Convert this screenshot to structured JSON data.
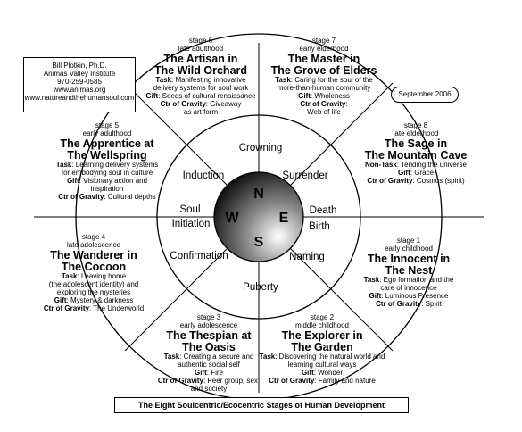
{
  "author": {
    "lines": [
      "Bill Plotkin, Ph.D.",
      "Animas Valley Institute",
      "970-259-0585",
      "www.animas.org",
      "www.natureandthehumansoul.com"
    ]
  },
  "date": "September 2006",
  "caption": "The Eight Soulcentric/Ecocentric Stages of Human Development",
  "compass": {
    "north": "N",
    "south": "S",
    "east": "E",
    "west": "W"
  },
  "ring_labels": {
    "crowning": "Crowning",
    "surrender": "Surrender",
    "death": "Death",
    "birth": "Birth",
    "naming": "Naming",
    "puberty": "Puberty",
    "confirmation": "Confirmation",
    "soul": "Soul",
    "initiation": "Initiation",
    "induction": "Induction"
  },
  "stages": {
    "s1": {
      "stage": "stage 1",
      "age": "early childhood",
      "title": [
        "The Innocent in",
        "The Nest"
      ],
      "lines": [
        [
          {
            "t": "Task",
            "b": true
          },
          {
            "t": ": Ego formation and the"
          }
        ],
        [
          {
            "t": "care of innocence"
          }
        ],
        [
          {
            "t": "Gift",
            "b": true
          },
          {
            "t": ": Luminous Presence"
          }
        ],
        [
          {
            "t": "Ctr of Gravity",
            "b": true
          },
          {
            "t": ": Spirit"
          }
        ]
      ]
    },
    "s2": {
      "stage": "stage 2",
      "age": "middle childhood",
      "title": [
        "The Explorer in",
        "The Garden"
      ],
      "lines": [
        [
          {
            "t": "Task",
            "b": true
          },
          {
            "t": ": Discovering the natural world and"
          }
        ],
        [
          {
            "t": "learning cultural ways"
          }
        ],
        [
          {
            "t": "Gift",
            "b": true
          },
          {
            "t": ": Wonder"
          }
        ],
        [
          {
            "t": "Ctr of Gravity",
            "b": true
          },
          {
            "t": ": Family and nature"
          }
        ]
      ]
    },
    "s3": {
      "stage": "stage 3",
      "age": "early adolescence",
      "title": [
        "The Thespian at",
        "The Oasis"
      ],
      "lines": [
        [
          {
            "t": "Task",
            "b": true
          },
          {
            "t": ": Creating a secure and"
          }
        ],
        [
          {
            "t": "authentic social self"
          }
        ],
        [
          {
            "t": "Gift",
            "b": true
          },
          {
            "t": ": Fire"
          }
        ],
        [
          {
            "t": "Ctr of Gravity",
            "b": true
          },
          {
            "t": ": Peer group, sex,"
          }
        ],
        [
          {
            "t": "and society"
          }
        ]
      ]
    },
    "s4": {
      "stage": "stage 4",
      "age": "late adolescence",
      "title": [
        "The Wanderer in",
        "The Cocoon"
      ],
      "lines": [
        [
          {
            "t": "Task",
            "b": true
          },
          {
            "t": ": Leaving home"
          }
        ],
        [
          {
            "t": "(the adolescent identity) and"
          }
        ],
        [
          {
            "t": "exploring the mysteries"
          }
        ],
        [
          {
            "t": "Gift",
            "b": true
          },
          {
            "t": ": Mystery & darkness"
          }
        ],
        [
          {
            "t": "Ctr of Gravity",
            "b": true
          },
          {
            "t": ": The Underworld"
          }
        ]
      ]
    },
    "s5": {
      "stage": "stage 5",
      "age": "early adulthood",
      "title": [
        "The Apprentice at",
        "The Wellspring"
      ],
      "lines": [
        [
          {
            "t": "Task",
            "b": true
          },
          {
            "t": ": Learning delivery systems"
          }
        ],
        [
          {
            "t": "for embodying soul in culture"
          }
        ],
        [
          {
            "t": "Gift",
            "b": true
          },
          {
            "t": ": Visionary action and"
          }
        ],
        [
          {
            "t": "inspiration"
          }
        ],
        [
          {
            "t": "Ctr of Gravity",
            "b": true
          },
          {
            "t": ": Cultural depths"
          }
        ]
      ]
    },
    "s6": {
      "stage": "stage 6",
      "age": "late adulthood",
      "title": [
        "The Artisan in",
        "The Wild Orchard"
      ],
      "lines": [
        [
          {
            "t": "Task",
            "b": true
          },
          {
            "t": ": Manifesting innovative"
          }
        ],
        [
          {
            "t": "delivery systems for soul work"
          }
        ],
        [
          {
            "t": "Gift",
            "b": true
          },
          {
            "t": ": Seeds of cultural renaissance"
          }
        ],
        [
          {
            "t": "Ctr of Gravity",
            "b": true
          },
          {
            "t": ": Giveaway"
          }
        ],
        [
          {
            "t": "as art form"
          }
        ]
      ]
    },
    "s7": {
      "stage": "stage 7",
      "age": "early elderhood",
      "title": [
        "The Master in",
        "The Grove of Elders"
      ],
      "lines": [
        [
          {
            "t": "Task",
            "b": true
          },
          {
            "t": ": Caring for the soul of the"
          }
        ],
        [
          {
            "t": "more-than-human community"
          }
        ],
        [
          {
            "t": "Gift",
            "b": true
          },
          {
            "t": ": Wholeness"
          }
        ],
        [
          {
            "t": "Ctr of Gravity",
            "b": true
          },
          {
            "t": ":"
          }
        ],
        [
          {
            "t": "Web of life"
          }
        ]
      ]
    },
    "s8": {
      "stage": "stage 8",
      "age": "late elderhood",
      "title": [
        "The Sage in",
        "The Mountain Cave"
      ],
      "lines": [
        [
          {
            "t": "Non-Task",
            "b": true
          },
          {
            "t": ": Tending the universe"
          }
        ],
        [
          {
            "t": "Gift",
            "b": true
          },
          {
            "t": ": Grace"
          }
        ],
        [
          {
            "t": "Ctr of Gravity",
            "b": true
          },
          {
            "t": ": Cosmos (spirit)"
          }
        ]
      ]
    }
  }
}
